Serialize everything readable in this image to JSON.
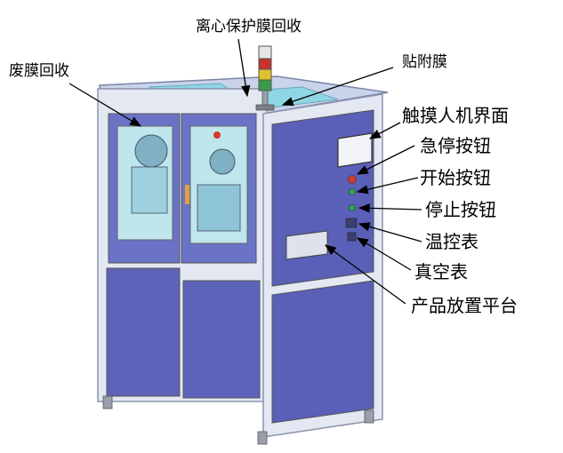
{
  "labels": {
    "waste_film_recovery": "废膜回收",
    "centrifugal_film_recovery": "离心保护膜回收",
    "attach_film": "贴附膜",
    "touch_hmi": "触摸人机界面",
    "emergency_stop_button": "急停按钮",
    "start_button": "开始按钮",
    "stop_button": "停止按钮",
    "temperature_controller": "温控表",
    "vacuum_gauge": "真空表",
    "product_platform": "产品放置平台"
  },
  "colors": {
    "panel_blue": "#5a5fb8",
    "panel_dark": "#4a4f9c",
    "frame_light": "#dfe3ee",
    "glass": "#b8e0e8",
    "stop_red": "#d23a2a",
    "start_green": "#2aa84a",
    "tower_red": "#c8322a",
    "tower_yellow": "#e0c030",
    "tower_green": "#3a9a4a"
  }
}
